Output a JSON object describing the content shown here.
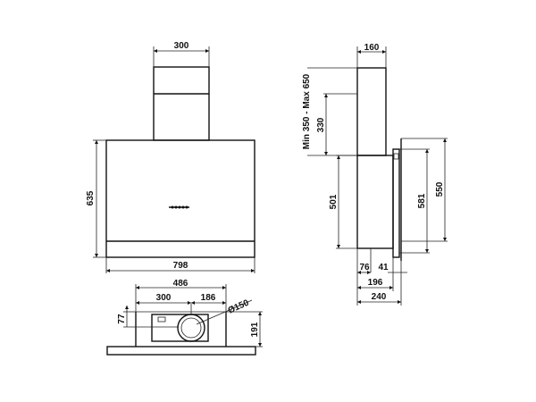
{
  "front_view": {
    "chimney_width": "300",
    "height": "635",
    "width": "798"
  },
  "side_view": {
    "chimney_depth": "160",
    "chimney_range": "Min 350 - Max 650",
    "chimney_lower": "330",
    "body_height": "501",
    "panel_height": "581",
    "wall_height": "550",
    "offset_76": "76",
    "offset_41": "41",
    "depth_196": "196",
    "depth_240": "240"
  },
  "plan_view": {
    "width": "486",
    "left": "300",
    "right": "186",
    "diameter": "Ø150",
    "offset": "77",
    "depth": "191"
  }
}
